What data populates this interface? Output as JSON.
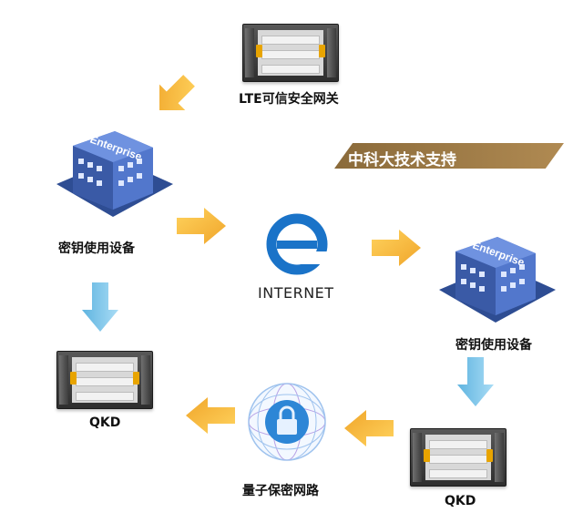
{
  "nodes": {
    "lte_gateway": "LTE可信安全网关",
    "key_device_left": "密钥使用设备",
    "key_device_right": "密钥使用设备",
    "qkd_left": "QKD",
    "qkd_right": "QKD",
    "quantum_network": "量子保密网路",
    "internet": "INTERNET"
  },
  "banner": "中科大技术支持",
  "building_sign": "Enterprise",
  "colors": {
    "arrow_orange": "#f5b73b",
    "arrow_blue": "#78c3e6",
    "banner": "#9a7646",
    "building": "#3e5fa8"
  }
}
